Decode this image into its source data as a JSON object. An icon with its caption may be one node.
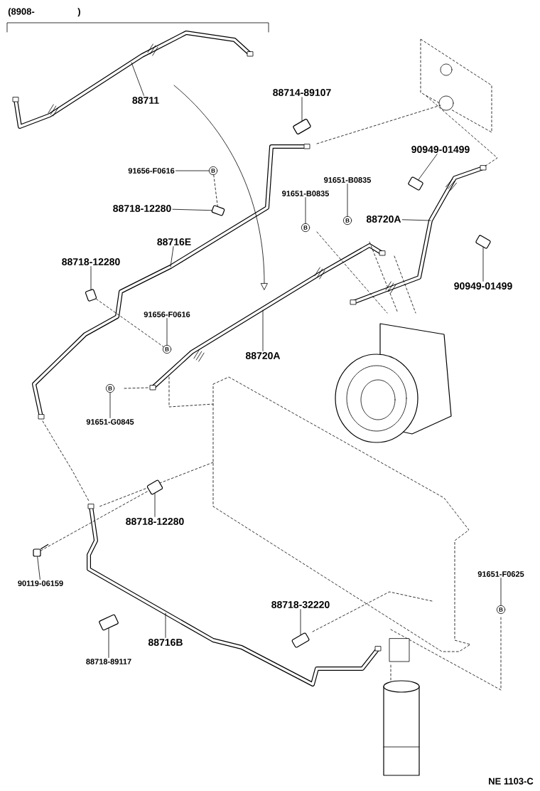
{
  "diagram": {
    "nodes": [
      {
        "text": [
          "88711"
        ]
      },
      {
        "text": [
          "88714-89107"
        ]
      },
      {
        "text": [
          "91656-F0616"
        ]
      },
      {
        "text": [
          "88718-12280"
        ]
      },
      {
        "text": [
          "88716E"
        ]
      },
      {
        "text": [
          "88718-12280"
        ]
      },
      {
        "text": [
          "91656-F0616"
        ]
      },
      {
        "text": [
          "91651-B0835"
        ]
      },
      {
        "text": [
          "91651-B0835"
        ]
      },
      {
        "text": [
          "88720A"
        ]
      },
      {
        "text": [
          "90949-01499"
        ]
      },
      {
        "text": [
          "90949-01499"
        ]
      },
      {
        "text": [
          "88720A"
        ]
      },
      {
        "text": [
          "91651-G0845"
        ]
      },
      {
        "text": [
          "88718-12280"
        ]
      },
      {
        "text": [
          "90119-06159"
        ]
      },
      {
        "text": [
          "88718-32220"
        ]
      },
      {
        "text": [
          "88716B"
        ]
      },
      {
        "text": [
          "88718-89117"
        ]
      },
      {
        "text": [
          "91651-F0625"
        ]
      },
      {
        "text": [
          "B"
        ]
      },
      {
        "text": [
          "B"
        ]
      },
      {
        "text": [
          "B"
        ]
      },
      {
        "text": [
          "B"
        ]
      },
      {
        "text": [
          "B"
        ]
      },
      {
        "text": [
          "B"
        ]
      },
      {
        "text": [],
        "shape": "picture"
      },
      {
        "text": [],
        "shape": "picture"
      },
      {
        "text": [],
        "shape": "picture"
      },
      {
        "text": [],
        "shape": "picture"
      },
      {
        "text": [],
        "shape": "picture"
      },
      {
        "text": [],
        "shape": "picture"
      },
      {
        "text": [],
        "shape": "picture"
      },
      {
        "text": [],
        "shape": "picture"
      },
      {
        "text": [],
        "shape": "picture"
      }
    ],
    "edges": [
      {
        "from": 0,
        "to": null,
        "arrow": "none"
      },
      {
        "from": 1,
        "to": 26,
        "arrow": "none"
      },
      {
        "from": 2,
        "to": 20,
        "arrow": "none"
      },
      {
        "from": 3,
        "to": 27,
        "arrow": "none"
      },
      {
        "from": 4,
        "to": null,
        "arrow": "none"
      },
      {
        "from": 5,
        "to": 28,
        "arrow": "none"
      },
      {
        "from": 6,
        "to": 23,
        "arrow": "none"
      },
      {
        "from": 7,
        "to": 21,
        "arrow": "none"
      },
      {
        "from": 8,
        "to": 22,
        "arrow": "none"
      },
      {
        "from": 9,
        "to": null,
        "arrow": "none"
      },
      {
        "from": 10,
        "to": 29,
        "arrow": "none"
      },
      {
        "from": 11,
        "to": 30,
        "arrow": "none"
      },
      {
        "from": 12,
        "to": null,
        "arrow": "none"
      },
      {
        "from": 13,
        "to": 24,
        "arrow": "none"
      },
      {
        "from": 14,
        "to": 31,
        "arrow": "none"
      },
      {
        "from": 15,
        "to": 32,
        "arrow": "none"
      },
      {
        "from": 16,
        "to": 33,
        "arrow": "none"
      },
      {
        "from": 17,
        "to": null,
        "arrow": "none"
      },
      {
        "from": 18,
        "to": 34,
        "arrow": "none"
      },
      {
        "from": 19,
        "to": 25,
        "arrow": "none"
      },
      {
        "from": 20,
        "to": 27,
        "arrow": "none",
        "style": "dashed"
      },
      {
        "from": 28,
        "to": 23,
        "arrow": "none",
        "style": "dashed"
      },
      {
        "from": 32,
        "to": 31,
        "arrow": "none",
        "style": "dashed"
      }
    ],
    "labels": [
      "(8908-",
      ")",
      "NE 1103-C"
    ]
  }
}
